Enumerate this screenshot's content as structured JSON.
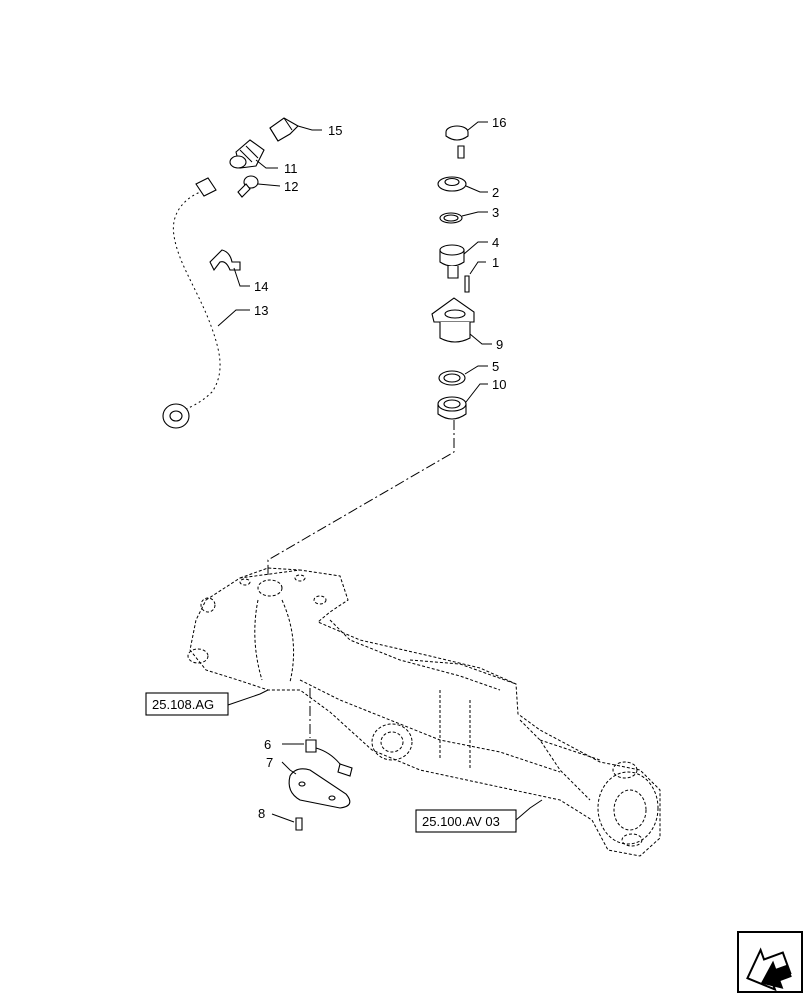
{
  "callouts": [
    {
      "id": "1",
      "label": "1"
    },
    {
      "id": "2",
      "label": "2"
    },
    {
      "id": "3",
      "label": "3"
    },
    {
      "id": "4",
      "label": "4"
    },
    {
      "id": "5",
      "label": "5"
    },
    {
      "id": "6",
      "label": "6"
    },
    {
      "id": "7",
      "label": "7"
    },
    {
      "id": "8",
      "label": "8"
    },
    {
      "id": "9",
      "label": "9"
    },
    {
      "id": "10",
      "label": "10"
    },
    {
      "id": "11",
      "label": "11"
    },
    {
      "id": "12",
      "label": "12"
    },
    {
      "id": "13",
      "label": "13"
    },
    {
      "id": "14",
      "label": "14"
    },
    {
      "id": "15",
      "label": "15"
    },
    {
      "id": "16",
      "label": "16"
    }
  ],
  "references": {
    "ref_a": "25.108.AG",
    "ref_b": "25.100.AV 03"
  },
  "icons": {
    "nav": "arrow-return-icon"
  }
}
